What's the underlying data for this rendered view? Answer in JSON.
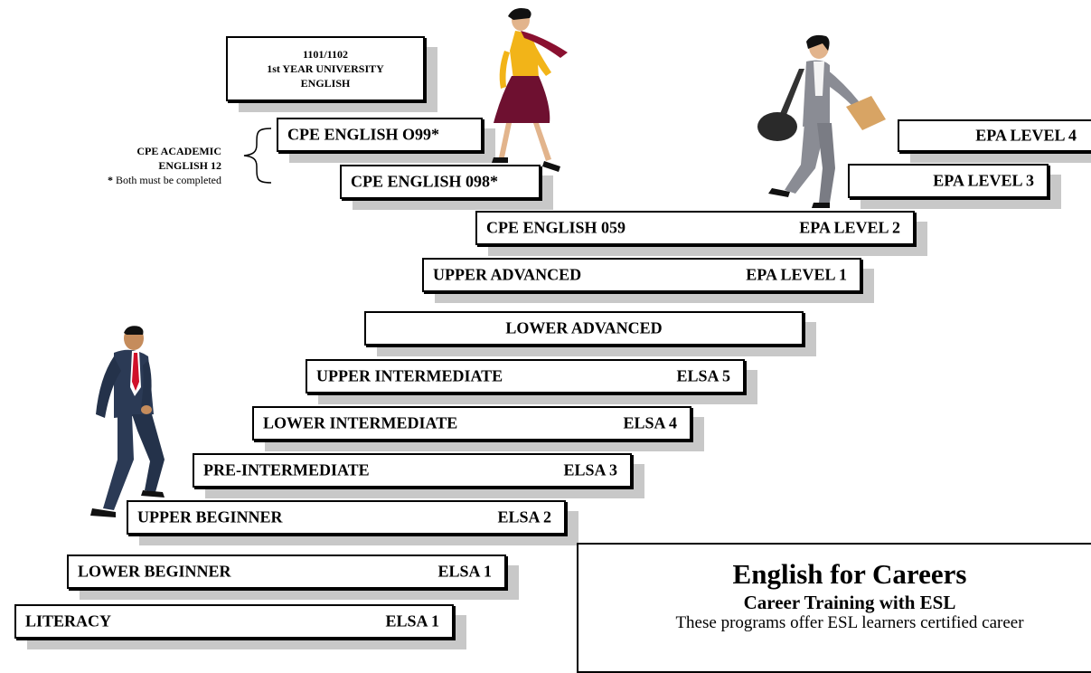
{
  "university_box": {
    "line1": "1101/1102",
    "line2": "1st YEAR UNIVERSITY",
    "line3": "ENGLISH"
  },
  "bracket_note": {
    "line1": "CPE ACADEMIC",
    "line2": "ENGLISH 12",
    "star": "*",
    "note": " Both must be completed"
  },
  "steps": {
    "cpe099": {
      "left": "CPE ENGLISH O99*"
    },
    "cpe098": {
      "left": "CPE ENGLISH 098*"
    },
    "epa4": {
      "right": "EPA LEVEL 4"
    },
    "epa3": {
      "right": "EPA LEVEL 3"
    },
    "cpe059": {
      "left": "CPE ENGLISH 059",
      "right": "EPA LEVEL 2"
    },
    "upper_advanced": {
      "left": "UPPER ADVANCED",
      "right": "EPA LEVEL 1"
    },
    "lower_advanced": {
      "center": "LOWER ADVANCED"
    },
    "upper_intermediate": {
      "left": "UPPER INTERMEDIATE",
      "right": "ELSA 5"
    },
    "lower_intermediate": {
      "left": "LOWER INTERMEDIATE",
      "right": "ELSA 4"
    },
    "pre_intermediate": {
      "left": "PRE-INTERMEDIATE",
      "right": "ELSA 3"
    },
    "upper_beginner": {
      "left": "UPPER BEGINNER",
      "right": "ELSA 2"
    },
    "lower_beginner": {
      "left": "LOWER BEGINNER",
      "right": "ELSA 1"
    },
    "literacy": {
      "left": "LITERACY",
      "right": "ELSA 1"
    }
  },
  "info_box": {
    "title": "English for Careers",
    "subtitle": "Career Training with ESL",
    "text": "These programs offer ESL learners certified career"
  }
}
